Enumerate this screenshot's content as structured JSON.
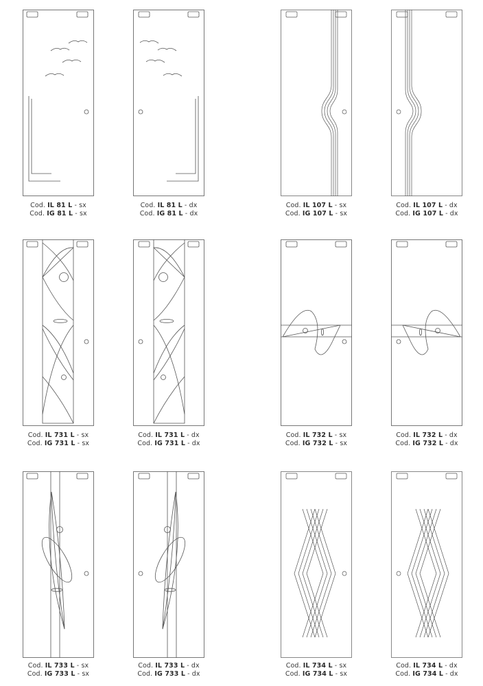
{
  "doors": [
    {
      "id": "il81-sx",
      "prefix": "Cod.",
      "codes": [
        "IL 81 L",
        "IG 81 L"
      ],
      "side": "sx"
    },
    {
      "id": "il81-dx",
      "prefix": "Cod.",
      "codes": [
        "IL 81 L",
        "IG 81 L"
      ],
      "side": "dx"
    },
    {
      "id": "il107-sx",
      "prefix": "Cod.",
      "codes": [
        "IL 107 L",
        "IG 107 L"
      ],
      "side": "sx"
    },
    {
      "id": "il107-dx",
      "prefix": "Cod.",
      "codes": [
        "IL 107 L",
        "IG 107 L"
      ],
      "side": "dx"
    },
    {
      "id": "il731-sx",
      "prefix": "Cod.",
      "codes": [
        "IL 731 L",
        "IG 731 L"
      ],
      "side": "sx"
    },
    {
      "id": "il731-dx",
      "prefix": "Cod.",
      "codes": [
        "IL 731 L",
        "IG 731 L"
      ],
      "side": "dx"
    },
    {
      "id": "il732-sx",
      "prefix": "Cod.",
      "codes": [
        "IL 732 L",
        "IG 732 L"
      ],
      "side": "sx"
    },
    {
      "id": "il732-dx",
      "prefix": "Cod.",
      "codes": [
        "IL 732 L",
        "IG 732 L"
      ],
      "side": "dx"
    },
    {
      "id": "il733-sx",
      "prefix": "Cod.",
      "codes": [
        "IL 733 L",
        "IG 733 L"
      ],
      "side": "sx"
    },
    {
      "id": "il733-dx",
      "prefix": "Cod.",
      "codes": [
        "IL 733 L",
        "IG 733 L"
      ],
      "side": "dx"
    },
    {
      "id": "il734-sx",
      "prefix": "Cod.",
      "codes": [
        "IL 734 L",
        "IG 734 L"
      ],
      "side": "sx"
    },
    {
      "id": "il734-dx",
      "prefix": "Cod.",
      "codes": [
        "IL 734 L",
        "IG 734 L"
      ],
      "side": "dx"
    }
  ],
  "colors": {
    "line": "#555555",
    "background": "#ffffff",
    "text": "#3a3a3a"
  }
}
